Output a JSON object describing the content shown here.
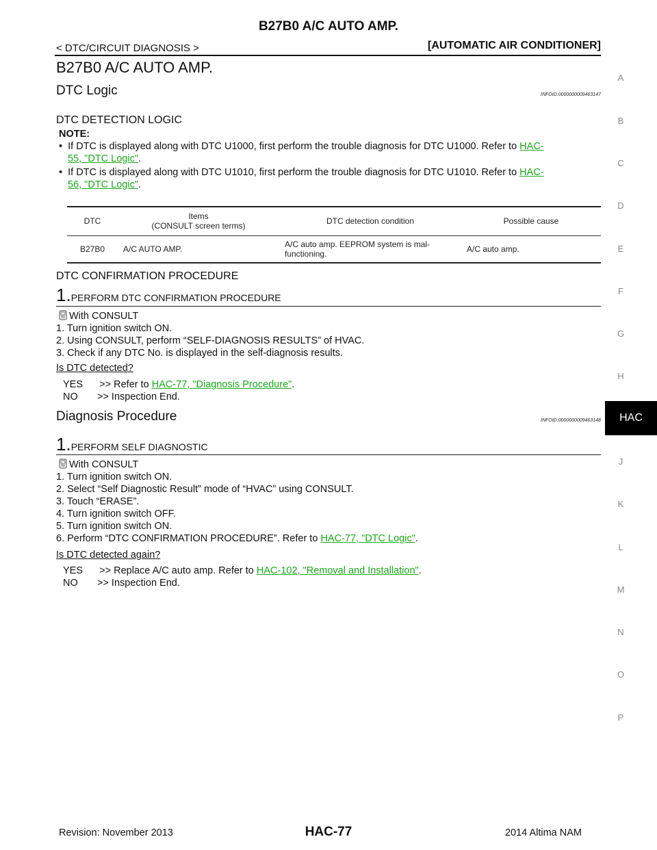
{
  "header": {
    "title": "B27B0 A/C AUTO AMP.",
    "section": "< DTC/CIRCUIT DIAGNOSIS >",
    "category": "[AUTOMATIC AIR CONDITIONER]"
  },
  "main_title": "B27B0 A/C AUTO AMP.",
  "dtc_logic": {
    "heading": "DTC Logic",
    "infoid": "INFOID:0000000009463147",
    "detection_heading": "DTC DETECTION LOGIC",
    "note_label": "NOTE:",
    "notes": [
      {
        "bullet": "•",
        "text": "If DTC is displayed along with DTC U1000, first perform the trouble diagnosis for DTC U1000. Refer to",
        "link_a": "HAC-",
        "link_b": "55, \"DTC Logic\"",
        "end": "."
      },
      {
        "bullet": "•",
        "text": "If DTC is displayed along with DTC U1010, first perform the trouble diagnosis for DTC U1010. Refer to",
        "link_a": "HAC-",
        "link_b": "56, \"DTC Logic\"",
        "end": "."
      }
    ],
    "table": {
      "headers": [
        "DTC",
        "Items",
        "(CONSULT screen terms)",
        "DTC detection condition",
        "Possible cause"
      ],
      "row": {
        "dtc": "B27B0",
        "item": "A/C AUTO AMP.",
        "condition_1": "A/C auto amp. EEPROM system is mal-",
        "condition_2": "functioning.",
        "cause": "A/C auto amp."
      }
    }
  },
  "confirmation": {
    "heading": "DTC CONFIRMATION PROCEDURE",
    "step_number": "1.",
    "step_title": "PERFORM DTC CONFIRMATION PROCEDURE",
    "with_consult": "With CONSULT",
    "steps": [
      "1.   Turn ignition switch ON.",
      "2.   Using CONSULT, perform “SELF-DIAGNOSIS RESULTS” of HVAC.",
      "3.   Check if any DTC No. is displayed in the self-diagnosis results."
    ],
    "question": "Is DTC detected?",
    "yes_text": "YES      >> Refer to",
    "yes_link": "HAC-77, \"Diagnosis Procedure\"",
    "yes_end": ".",
    "no_text": "NO       >> Inspection End."
  },
  "diagnosis": {
    "heading": "Diagnosis Procedure",
    "infoid": "INFOID:0000000009463148",
    "step_number": "1.",
    "step_title": "PERFORM SELF DIAGNOSTIC",
    "with_consult": "With CONSULT",
    "steps": [
      "1.   Turn ignition switch ON.",
      "2.   Select “Self Diagnostic Result” mode of “HVAC” using CONSULT.",
      "3.   Touch “ERASE”.",
      "4.   Turn ignition switch OFF.",
      "5.   Turn ignition switch ON."
    ],
    "step6_text": "6.   Perform “DTC CONFIRMATION PROCEDURE”. Refer to",
    "step6_link": "HAC-77, \"DTC Logic\"",
    "step6_end": ".",
    "question": "Is DTC detected again?",
    "yes_text": "YES      >> Replace A/C auto amp. Refer to",
    "yes_link": "HAC-102, \"Removal and Installation\"",
    "yes_end": ".",
    "no_text": "NO       >> Inspection End."
  },
  "side_index": [
    "A",
    "B",
    "C",
    "D",
    "E",
    "F",
    "G",
    "H",
    "HAC",
    "J",
    "K",
    "L",
    "M",
    "N",
    "O",
    "P"
  ],
  "footer": {
    "revision": "Revision: November 2013",
    "page": "HAC-77",
    "model": "2014 Altima NAM"
  },
  "colors": {
    "link": "#1aa81a",
    "tab_bg": "#000000"
  },
  "icons": {
    "consult": "consult-icon"
  }
}
